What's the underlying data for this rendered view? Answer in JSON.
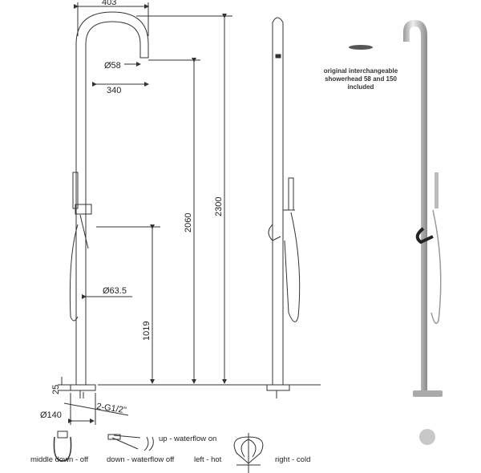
{
  "dimensions": {
    "width_total": "403",
    "head_diameter": "Ø58",
    "reach": "340",
    "pipe_diameter": "Ø63.5",
    "height_total": "2300",
    "height_head": "2060",
    "height_mixer": "1019",
    "base_height": "25",
    "base_diameter": "Ø140",
    "connection": "2-G1/2\""
  },
  "note": {
    "line1": "original interchangeable",
    "line2": "showerhead 58 and 150",
    "line3": "included"
  },
  "legend": {
    "middle": "middle down - off",
    "down": "down - waterflow off",
    "up": "up - waterflow on",
    "left": "left - hot",
    "right": "right - cold"
  },
  "colors": {
    "line": "#333333",
    "steel": "#c8c8c8"
  }
}
